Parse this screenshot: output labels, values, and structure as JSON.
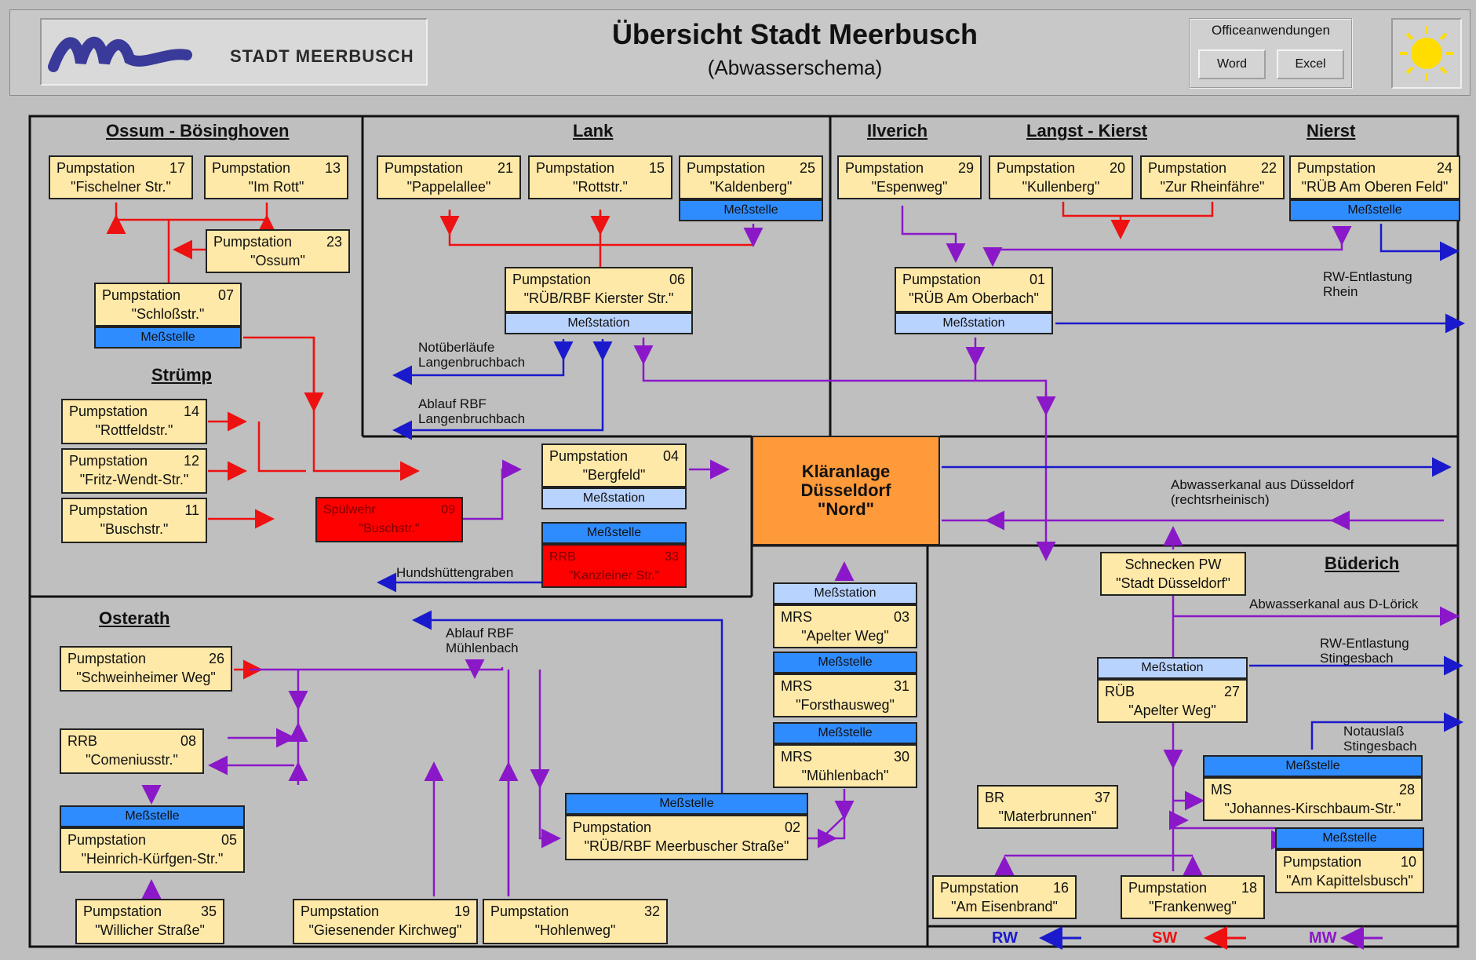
{
  "header": {
    "logo_text": "STADT MEERBUSCH",
    "title": "Übersicht Stadt Meerbusch",
    "subtitle": "(Abwasserschema)",
    "office_label": "Officeanwendungen",
    "word_label": "Word",
    "excel_label": "Excel"
  },
  "sections": {
    "ossum": "Ossum - Bösinghoven",
    "lank": "Lank",
    "ilverich": "Ilverich",
    "langst": "Langst - Kierst",
    "nierst": "Nierst",
    "struemp": "Strümp",
    "osterath": "Osterath",
    "buederich": "Büderich"
  },
  "stations": {
    "p17": {
      "l1": "Pumpstation",
      "num": "17",
      "l2": "\"Fischelner Str.\""
    },
    "p13": {
      "l1": "Pumpstation",
      "num": "13",
      "l2": "\"Im Rott\""
    },
    "p23": {
      "l1": "Pumpstation",
      "num": "23",
      "l2": "\"Ossum\""
    },
    "p07": {
      "l1": "Pumpstation",
      "num": "07",
      "l2": "\"Schloßstr.\""
    },
    "p21": {
      "l1": "Pumpstation",
      "num": "21",
      "l2": "\"Pappelallee\""
    },
    "p15": {
      "l1": "Pumpstation",
      "num": "15",
      "l2": "\"Rottstr.\""
    },
    "p25": {
      "l1": "Pumpstation",
      "num": "25",
      "l2": "\"Kaldenberg\""
    },
    "p06": {
      "l1": "Pumpstation",
      "num": "06",
      "l2": "\"RÜB/RBF Kierster Str.\""
    },
    "p29": {
      "l1": "Pumpstation",
      "num": "29",
      "l2": "\"Espenweg\""
    },
    "p20": {
      "l1": "Pumpstation",
      "num": "20",
      "l2": "\"Kullenberg\""
    },
    "p22": {
      "l1": "Pumpstation",
      "num": "22",
      "l2": "\"Zur Rheinfähre\""
    },
    "p24": {
      "l1": "Pumpstation",
      "num": "24",
      "l2": "\"RÜB Am Oberen Feld\""
    },
    "p01": {
      "l1": "Pumpstation",
      "num": "01",
      "l2": "\"RÜB Am Oberbach\""
    },
    "p14": {
      "l1": "Pumpstation",
      "num": "14",
      "l2": "\"Rottfeldstr.\""
    },
    "p12": {
      "l1": "Pumpstation",
      "num": "12",
      "l2": "\"Fritz-Wendt-Str.\""
    },
    "p11": {
      "l1": "Pumpstation",
      "num": "11",
      "l2": "\"Buschstr.\""
    },
    "p04": {
      "l1": "Pumpstation",
      "num": "04",
      "l2": "\"Bergfeld\""
    },
    "sp09": {
      "l1": "Spülwehr",
      "num": "09",
      "l2": "\"Buschstr.\""
    },
    "rrb33": {
      "l1": "RRB",
      "num": "33",
      "l2": "\"Kanzleiner Str.\""
    },
    "p26": {
      "l1": "Pumpstation",
      "num": "26",
      "l2": "\"Schweinheimer Weg\""
    },
    "rrb08": {
      "l1": "RRB",
      "num": "08",
      "l2": "\"Comeniusstr.\""
    },
    "p05": {
      "l1": "Pumpstation",
      "num": "05",
      "l2": "\"Heinrich-Kürfgen-Str.\""
    },
    "p35": {
      "l1": "Pumpstation",
      "num": "35",
      "l2": "\"Willicher Straße\""
    },
    "p19": {
      "l1": "Pumpstation",
      "num": "19",
      "l2": "\"Giesenender Kirchweg\""
    },
    "p32": {
      "l1": "Pumpstation",
      "num": "32",
      "l2": "\"Hohlenweg\""
    },
    "p02": {
      "l1": "Pumpstation",
      "num": "02",
      "l2": "\"RÜB/RBF Meerbuscher Straße\""
    },
    "mrs03": {
      "l1": "MRS",
      "num": "03",
      "l2": "\"Apelter Weg\""
    },
    "mrs31": {
      "l1": "MRS",
      "num": "31",
      "l2": "\"Forsthausweg\""
    },
    "mrs30": {
      "l1": "MRS",
      "num": "30",
      "l2": "\"Mühlenbach\""
    },
    "schnecken": {
      "l1": "Schnecken PW",
      "l2": "\"Stadt Düsseldorf\""
    },
    "rueb27": {
      "l1": "RÜB",
      "num": "27",
      "l2": "\"Apelter Weg\""
    },
    "ms28": {
      "l1": "MS",
      "num": "28",
      "l2": "\"Johannes-Kirschbaum-Str.\""
    },
    "br37": {
      "l1": "BR",
      "num": "37",
      "l2": "\"Materbrunnen\""
    },
    "p10": {
      "l1": "Pumpstation",
      "num": "10",
      "l2": "\"Am Kapittelsbusch\""
    },
    "p16": {
      "l1": "Pumpstation",
      "num": "16",
      "l2": "\"Am Eisenbrand\""
    },
    "p18": {
      "l1": "Pumpstation",
      "num": "18",
      "l2": "\"Frankenweg\""
    }
  },
  "labels": {
    "messstelle": "Meßstelle",
    "messstation": "Meßstation"
  },
  "kl": {
    "l1": "Kläranlage",
    "l2": "Düsseldorf",
    "l3": "\"Nord\""
  },
  "notes": {
    "notueber": "Notüberläufe\nLangenbruchbach",
    "ablauf_lb": "Ablauf RBF\nLangenbruchbach",
    "rw_rhein": "RW-Entlastung\nRhein",
    "abw_dus": "Abwasserkanal aus Düsseldorf\n(rechtsrheinisch)",
    "hunds": "Hundshüttengraben",
    "ablauf_mb": "Ablauf RBF\nMühlenbach",
    "abw_lorick": "Abwasserkanal aus D-Lörick",
    "rw_stinges": "RW-Entlastung\nStingesbach",
    "notauslass": "Notauslaß\nStingesbach"
  },
  "legend": {
    "rw": "RW",
    "sw": "SW",
    "mw": "MW"
  },
  "colors": {
    "rw": "#1a1acc",
    "sw": "#ee1111",
    "mw": "#8a18c8",
    "box": "#ffe9a8",
    "messstelle": "#2f8cff",
    "messstation": "#b9d3ff",
    "klaeranlage": "#ff9a3a",
    "alarm": "#ff0000"
  }
}
